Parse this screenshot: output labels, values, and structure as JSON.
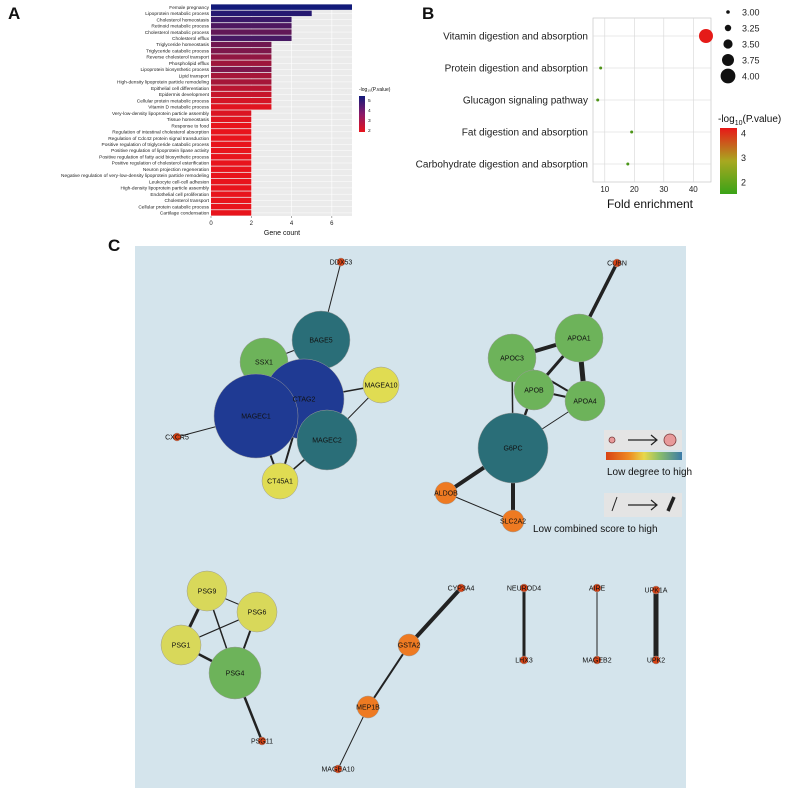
{
  "panels": {
    "a": "A",
    "b": "B",
    "c": "C"
  },
  "chart_data": [
    {
      "panel": "A",
      "type": "bar",
      "orientation": "horizontal",
      "categories": [
        "Female pregnancy",
        "Lipoprotein metabolic process",
        "Cholesterol homeostasis",
        "Retinoid metabolic process",
        "Cholesterol metabolic process",
        "Cholesterol efflux",
        "Triglyceride homeostasis",
        "Triglyceride catabolic process",
        "Reverse cholesterol transport",
        "Phospholipid efflux",
        "Lipoprotein biosynthetic process",
        "Lipid transport",
        "High-density lipoprotein particle remodeling",
        "Epithelial cell differentiation",
        "Epidermis development",
        "Cellular protein metabolic process",
        "Vitamin D metabolic process",
        "Very-low-density lipoprotein particle assembly",
        "Tissue homeostasis",
        "Response to food",
        "Regulation of intestinal cholesterol absorption",
        "Regulation of Cdc42 protein signal transduction",
        "Positive regulation of triglyceride catabolic process",
        "Positive regulation of lipoprotein lipase activity",
        "Positive regulation of fatty acid biosynthetic process",
        "Positive regulation of cholesterol esterification",
        "Neuron projection regeneration",
        "Negative regulation of very-low-density lipoprotein particle remodeling",
        "Leukocyte cell-cell adhesion",
        "High-density lipoprotein particle assembly",
        "Endothelial cell proliferation",
        "Cholesterol transport",
        "Cellular protein catabolic process",
        "Cartilage condensation"
      ],
      "values": [
        7,
        5,
        4,
        4,
        4,
        4,
        3,
        3,
        3,
        3,
        3,
        3,
        3,
        3,
        3,
        3,
        3,
        2,
        2,
        2,
        2,
        2,
        2,
        2,
        2,
        2,
        2,
        2,
        2,
        2,
        2,
        2,
        2,
        2
      ],
      "neglog10p": [
        5.2,
        4.9,
        4.6,
        4.3,
        4.0,
        4.4,
        3.8,
        3.6,
        3.3,
        3.1,
        3.6,
        3.0,
        3.0,
        2.7,
        2.5,
        2.3,
        2.1,
        2.2,
        2.1,
        2.0,
        2.0,
        2.0,
        2.0,
        2.0,
        2.0,
        2.0,
        2.0,
        2.0,
        2.0,
        2.0,
        2.0,
        2.0,
        2.0,
        2.0
      ],
      "xlabel": "Gene count",
      "xticks": [
        "0",
        "2",
        "4",
        "6"
      ],
      "xlim": [
        0,
        7
      ],
      "legend_title": "-log₁₀(P.value)",
      "legend_ticks": [
        "5",
        "4",
        "3",
        "2"
      ],
      "color_low": "#e8141c",
      "color_high": "#121a7a",
      "legend_position": "right",
      "grid": true
    },
    {
      "panel": "B",
      "type": "scatter",
      "categories": [
        "Vitamin digestion and absorption",
        "Protein digestion and absorption",
        "Glucagon signaling pathway",
        "Fat digestion and absorption",
        "Carbohydrate digestion and absorption"
      ],
      "x": [
        44.3,
        8.6,
        7.6,
        19.1,
        17.8
      ],
      "neglog10p": [
        4.15,
        1.82,
        1.82,
        1.78,
        1.75
      ],
      "size_values": [
        4.0,
        3.0,
        3.0,
        3.0,
        3.0
      ],
      "xlabel": "Fold enrichment",
      "xticks": [
        "10",
        "20",
        "30",
        "40"
      ],
      "xlim": [
        6,
        46
      ],
      "size_legend": [
        "3.00",
        "3.25",
        "3.50",
        "3.75",
        "4.00"
      ],
      "color_legend_title_prefix": "-log",
      "color_legend_title_sub": "10",
      "color_legend_title_suffix": "(P.value)",
      "color_legend_ticks": [
        "4",
        "3",
        "2"
      ],
      "color_low": "#3aa318",
      "color_high": "#e81818",
      "legend_position": "right",
      "grid": true
    },
    {
      "panel": "C",
      "type": "network",
      "nodes": [
        {
          "id": "DDX53",
          "degree": 1
        },
        {
          "id": "BAGE5",
          "degree": 6
        },
        {
          "id": "SSX1",
          "degree": 4
        },
        {
          "id": "MAGEA10",
          "degree": 3
        },
        {
          "id": "CTAG2",
          "degree": 7
        },
        {
          "id": "MAGEC1",
          "degree": 7
        },
        {
          "id": "MAGEC2",
          "degree": 6
        },
        {
          "id": "CXCR5",
          "degree": 1
        },
        {
          "id": "CT45A1",
          "degree": 3
        },
        {
          "id": "CUBN",
          "degree": 1
        },
        {
          "id": "APOA1",
          "degree": 4
        },
        {
          "id": "APOC3",
          "degree": 4
        },
        {
          "id": "APOB",
          "degree": 4
        },
        {
          "id": "APOA4",
          "degree": 4
        },
        {
          "id": "G6PC",
          "degree": 6
        },
        {
          "id": "ALDOB",
          "degree": 2
        },
        {
          "id": "SLC2A2",
          "degree": 2
        },
        {
          "id": "PSG9",
          "degree": 3
        },
        {
          "id": "PSG6",
          "degree": 3
        },
        {
          "id": "PSG1",
          "degree": 3
        },
        {
          "id": "PSG4",
          "degree": 4
        },
        {
          "id": "PSG11",
          "degree": 1
        },
        {
          "id": "CYP3A4",
          "degree": 1
        },
        {
          "id": "GSTA2",
          "degree": 2
        },
        {
          "id": "MEP1B",
          "degree": 2
        },
        {
          "id": "MAGEA10",
          "degree": 1
        },
        {
          "id": "NEUROD4",
          "degree": 1
        },
        {
          "id": "LHX3",
          "degree": 1
        },
        {
          "id": "AIRE",
          "degree": 1
        },
        {
          "id": "MAGEB2",
          "degree": 1
        },
        {
          "id": "UPK1A",
          "degree": 1
        },
        {
          "id": "UPK2",
          "degree": 1
        }
      ],
      "legend_degree": "Low degree to high",
      "legend_score": "Low combined score to high",
      "degree_colors": [
        "#d84315",
        "#ee7a22",
        "#e8d84a",
        "#6db35a",
        "#2a6e78",
        "#1f3a93"
      ],
      "edge_color": "#222222",
      "background": "#d4e4ec"
    }
  ]
}
